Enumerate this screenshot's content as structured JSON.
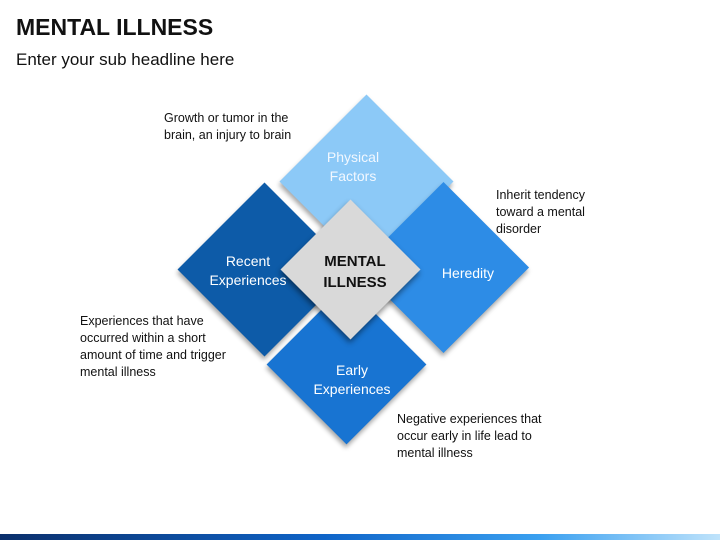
{
  "header": {
    "title": "MENTAL ILLNESS",
    "subtitle": "Enter your sub headline here"
  },
  "diagram": {
    "center": {
      "line1": "MENTAL",
      "line2": "ILLNESS",
      "color": "#d9d9d9"
    },
    "physical": {
      "line1": "Physical",
      "line2": "Factors",
      "color": "#8cc9f7",
      "note": [
        "Growth or tumor in the",
        "brain, an injury to brain"
      ]
    },
    "recent": {
      "line1": "Recent",
      "line2": "Experiences",
      "color": "#0d5ba8",
      "note": [
        "Experiences that have",
        "occurred within a short",
        "amount of time and trigger",
        "mental illness"
      ]
    },
    "heredity": {
      "line1": "Heredity",
      "color": "#2d8ce6",
      "note": [
        "Inherit tendency",
        "toward a mental",
        "disorder"
      ]
    },
    "early": {
      "line1": "Early",
      "line2": "Experiences",
      "color": "#1874d2",
      "note": [
        "Negative experiences that",
        "occur early in life lead to",
        "mental illness"
      ]
    }
  }
}
